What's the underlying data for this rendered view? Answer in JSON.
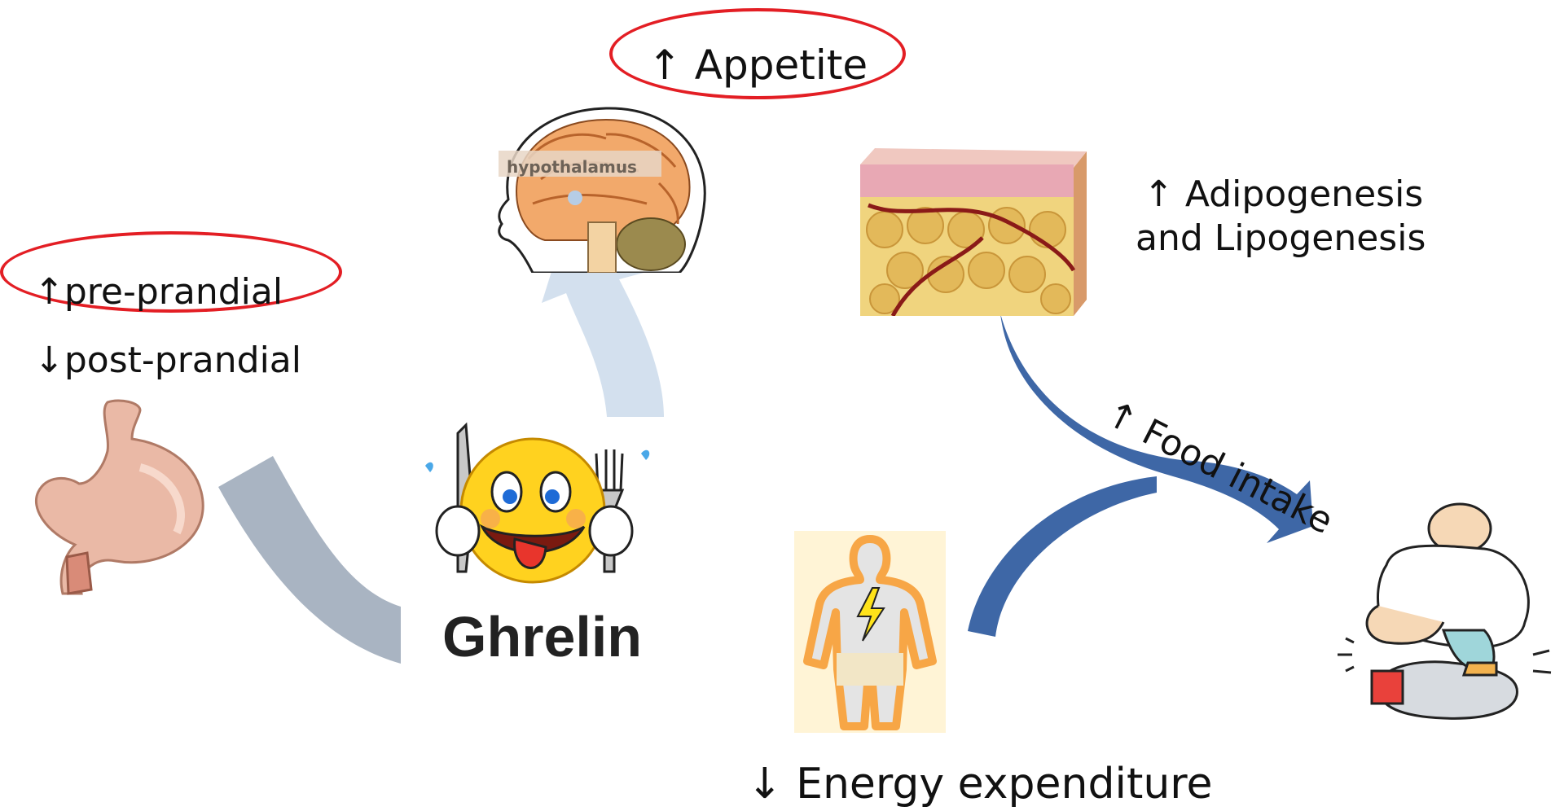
{
  "labels": {
    "appetite": "↑ Appetite",
    "hypothalamus": "hypothalamus",
    "pre_prandial": "↑pre-prandial",
    "post_prandial": "↓post-prandial",
    "adipogenesis_line1": "↑ Adipogenesis",
    "adipogenesis_line2": "and Lipogenesis",
    "food_intake": "↑ Food intake",
    "energy_expenditure": "↓ Energy expenditure",
    "ghrelin": "Ghrelin"
  },
  "colors": {
    "highlight_oval": "#e31e24",
    "gray_arrow": "#a9b4c2",
    "light_blue_arrow": "#d3e0ee",
    "dark_blue_arrow": "#3e67a6",
    "stomach": "#eab9a6",
    "smiley": "#ffd21f",
    "fat_cells": "#f0d47e",
    "body_glow": "#f7a646"
  },
  "icons": {
    "stomach": "stomach-icon",
    "brain": "brain-head-icon",
    "ghrelin": "hungry-smiley-icon",
    "fat_tissue": "fat-tissue-icon",
    "body": "body-energy-icon",
    "obese_person": "obese-person-on-scale-icon"
  }
}
